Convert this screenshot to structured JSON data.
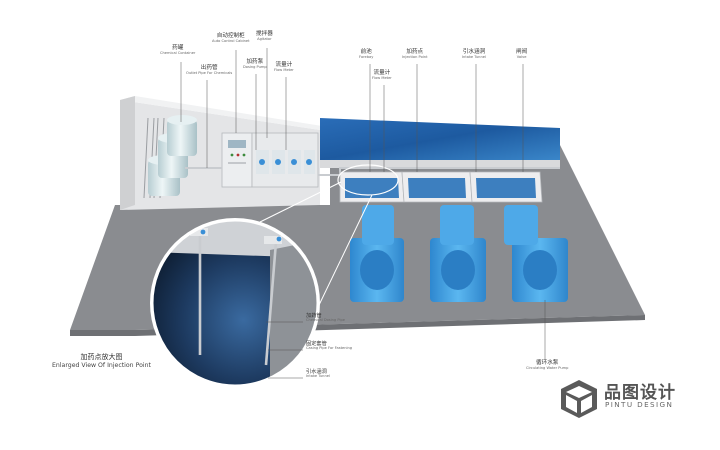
{
  "labels": {
    "chemical_container": {
      "cn": "药罐",
      "en": "Chemical Container"
    },
    "auto_control_cabinet": {
      "cn": "自动控制柜",
      "en": "Auto Control Cabinet"
    },
    "agitator": {
      "cn": "搅拌器",
      "en": "Agitator"
    },
    "outlet_pipe": {
      "cn": "出药管",
      "en": "Outlet Pipe For Chemicals"
    },
    "dosing_pump": {
      "cn": "加药泵",
      "en": "Dosing Pump"
    },
    "flow_meter_left": {
      "cn": "流量计",
      "en": "Flow Meter"
    },
    "forebay": {
      "cn": "前池",
      "en": "Forebay"
    },
    "flow_meter_right": {
      "cn": "流量计",
      "en": "Flow Meter"
    },
    "injection_point": {
      "cn": "加药点",
      "en": "Injection Point"
    },
    "intake_tunnel": {
      "cn": "引水涵洞",
      "en": "Intake Tunnel"
    },
    "valve": {
      "cn": "闸阀",
      "en": "Valve"
    },
    "circulating_pump": {
      "cn": "循环水泵",
      "en": "Circulating Water Pump"
    }
  },
  "inset": {
    "title_cn": "加药点放大图",
    "title_en": "Enlarged View Of Injection Point",
    "chemical_dosing_pipe": {
      "cn": "加药管",
      "en": "Chemical Dosing Pipe"
    },
    "casing_pipe": {
      "cn": "固定套管",
      "en": "Casing Pipe For Fastening"
    },
    "intake_tunnel": {
      "cn": "引水涵洞",
      "en": "Intake Tunnel"
    }
  },
  "brand": {
    "name": "品图设计",
    "sub": "PINTU DESIGN"
  },
  "colors": {
    "floor": "#8a8c90",
    "wall": "#e7e8ea",
    "water": "#1f5fa8",
    "pump": "#4aa6e6",
    "tank": "#d8e7ea",
    "brand": "#555555"
  }
}
